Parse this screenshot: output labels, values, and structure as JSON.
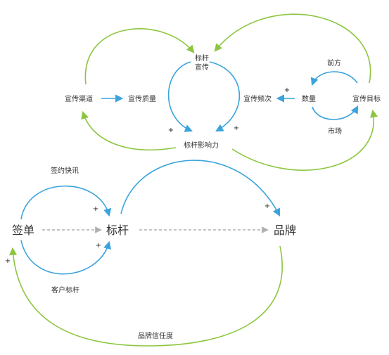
{
  "nodes": {
    "benchmark_promo": [
      "标杆",
      "宣传"
    ],
    "promo_channel": "宣传渠道",
    "promo_quality": "宣传质量",
    "promo_frequency": "宣传频次",
    "quantity": "数量",
    "promo_target": "宣传目标",
    "front": "前方",
    "market": "市场",
    "benchmark_influence": "标杆影响力",
    "sign_quick": "签约快讯",
    "sign": "签单",
    "benchmark": "标杆",
    "brand": "品牌",
    "customer_benchmark": "客户标杆",
    "brand_trust": "品牌信任度"
  },
  "signs": {
    "plus": "+"
  },
  "colors": {
    "blue": "#3aa3dd",
    "green": "#8cc63f",
    "gray": "#b0b0b0",
    "text": "#333333"
  }
}
